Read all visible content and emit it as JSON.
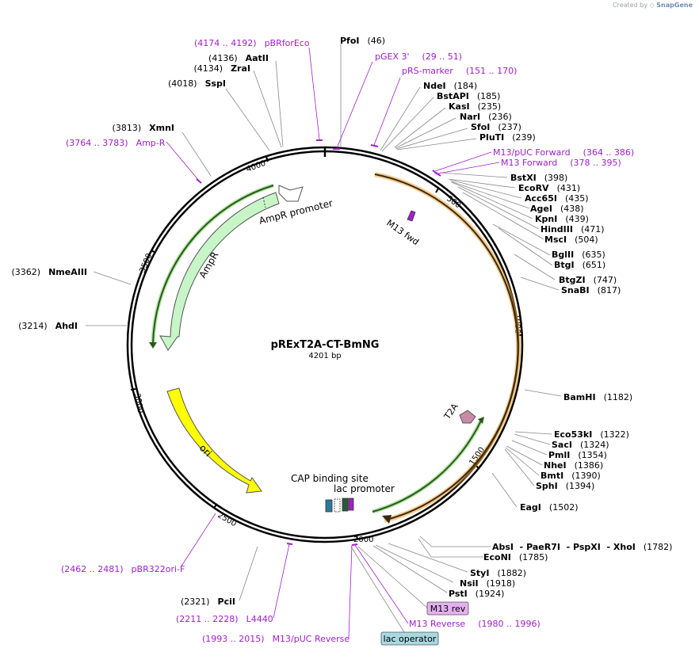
{
  "credit": {
    "prefix": "Created by",
    "brand": "SnapGene"
  },
  "plasmid": {
    "name": "pRExT2A-CT-BmNG",
    "size_label": "4201 bp"
  },
  "ticks": [
    "500",
    "1000",
    "1500",
    "2000",
    "2500",
    "3000",
    "3500",
    "4000"
  ],
  "enzymes": [
    {
      "id": "pfoi",
      "name": "PfoI",
      "pos": "(46)",
      "side": "R"
    },
    {
      "id": "ndei",
      "name": "NdeI",
      "pos": "(184)",
      "side": "R"
    },
    {
      "id": "bstapi",
      "name": "BstAPI",
      "pos": "(185)",
      "side": "R"
    },
    {
      "id": "kasi",
      "name": "KasI",
      "pos": "(235)",
      "side": "R"
    },
    {
      "id": "nari",
      "name": "NarI",
      "pos": "(236)",
      "side": "R"
    },
    {
      "id": "sfoi",
      "name": "SfoI",
      "pos": "(237)",
      "side": "R"
    },
    {
      "id": "pluti",
      "name": "PluTI",
      "pos": "(239)",
      "side": "R"
    },
    {
      "id": "bstxi",
      "name": "BstXI",
      "pos": "(398)",
      "side": "R"
    },
    {
      "id": "ecorv",
      "name": "EcoRV",
      "pos": "(431)",
      "side": "R"
    },
    {
      "id": "acc65i",
      "name": "Acc65I",
      "pos": "(435)",
      "side": "R"
    },
    {
      "id": "agei",
      "name": "AgeI",
      "pos": "(438)",
      "side": "R"
    },
    {
      "id": "kpni",
      "name": "KpnI",
      "pos": "(439)",
      "side": "R"
    },
    {
      "id": "hindiii",
      "name": "HindIII",
      "pos": "(471)",
      "side": "R"
    },
    {
      "id": "msci",
      "name": "MscI",
      "pos": "(504)",
      "side": "R"
    },
    {
      "id": "bglii",
      "name": "BglII",
      "pos": "(635)",
      "side": "R"
    },
    {
      "id": "btgi",
      "name": "BtgI",
      "pos": "(651)",
      "side": "R"
    },
    {
      "id": "btgzi",
      "name": "BtgZI",
      "pos": "(747)",
      "side": "R"
    },
    {
      "id": "snabi",
      "name": "SnaBI",
      "pos": "(817)",
      "side": "R"
    },
    {
      "id": "bamhi",
      "name": "BamHI",
      "pos": "(1182)",
      "side": "R"
    },
    {
      "id": "eco53ki",
      "name": "Eco53kI",
      "pos": "(1322)",
      "side": "R"
    },
    {
      "id": "saci",
      "name": "SacI",
      "pos": "(1324)",
      "side": "R"
    },
    {
      "id": "pmli",
      "name": "PmlI",
      "pos": "(1354)",
      "side": "R"
    },
    {
      "id": "nhei",
      "name": "NheI",
      "pos": "(1386)",
      "side": "R"
    },
    {
      "id": "bmti",
      "name": "BmtI",
      "pos": "(1390)",
      "side": "R"
    },
    {
      "id": "sphi",
      "name": "SphI",
      "pos": "(1394)",
      "side": "R"
    },
    {
      "id": "eagi",
      "name": "EagI",
      "pos": "(1502)",
      "side": "R"
    },
    {
      "id": "absi",
      "name": "AbsI  - PaeR7I  - PspXI  - XhoI",
      "pos": "(1782)",
      "side": "R"
    },
    {
      "id": "econi",
      "name": "EcoNI",
      "pos": "(1785)",
      "side": "R"
    },
    {
      "id": "styi",
      "name": "StyI",
      "pos": "(1882)",
      "side": "R"
    },
    {
      "id": "nsii",
      "name": "NsiI",
      "pos": "(1918)",
      "side": "R"
    },
    {
      "id": "psti",
      "name": "PstI",
      "pos": "(1924)",
      "side": "R"
    },
    {
      "id": "pcii",
      "name": "PciI",
      "pos": "(2321)",
      "side": "L"
    },
    {
      "id": "ahdi",
      "name": "AhdI",
      "pos": "(3214)",
      "side": "L"
    },
    {
      "id": "nmeaiii",
      "name": "NmeAIII",
      "pos": "(3362)",
      "side": "L"
    },
    {
      "id": "xmni",
      "name": "XmnI",
      "pos": "(3813)",
      "side": "L"
    },
    {
      "id": "sspi",
      "name": "SspI",
      "pos": "(4018)",
      "side": "L"
    },
    {
      "id": "zrai",
      "name": "ZraI",
      "pos": "(4134)",
      "side": "L"
    },
    {
      "id": "aatii",
      "name": "AatII",
      "pos": "(4136)",
      "side": "L"
    }
  ],
  "primers": [
    {
      "id": "pbrforeco",
      "name": "pBRforEco",
      "pos": "(4174 .. 4192)",
      "side": "L"
    },
    {
      "id": "pgex3",
      "name": "pGEX 3'",
      "pos": "(29 .. 51)",
      "side": "R"
    },
    {
      "id": "prsmarker",
      "name": "pRS-marker",
      "pos": "(151 .. 170)",
      "side": "R"
    },
    {
      "id": "m13puc-fwd",
      "name": "M13/pUC Forward",
      "pos": "(364 .. 386)",
      "side": "R"
    },
    {
      "id": "m13fwd",
      "name": "M13 Forward",
      "pos": "(378 .. 395)",
      "side": "R"
    },
    {
      "id": "m13rev",
      "name": "M13 Reverse",
      "pos": "(1980 .. 1996)",
      "side": "R"
    },
    {
      "id": "m13puc-rev",
      "name": "M13/pUC Reverse",
      "pos": "(1993 .. 2015)",
      "side": "L"
    },
    {
      "id": "l4440",
      "name": "L4440",
      "pos": "(2211 .. 2228)",
      "side": "L"
    },
    {
      "id": "pbr322ori",
      "name": "pBR322ori-F",
      "pos": "(2462 .. 2481)",
      "side": "L"
    },
    {
      "id": "ampr-primer",
      "name": "Amp-R",
      "pos": "(3764 .. 3783)",
      "side": "L"
    }
  ],
  "features": {
    "ampr_promoter": "AmpR promoter",
    "ampr": "AmpR",
    "ori": "ori",
    "m13_fwd": "M13 fwd",
    "t2a": "T2A",
    "cap": "CAP binding site",
    "lac_promoter": "lac promoter",
    "m13_rev_box": "M13 rev",
    "lac_operator_box": "lac operator"
  },
  "colors": {
    "backbone": "#000000",
    "primer": "#a020c8",
    "ampr": "#c8f5c8",
    "ori": "#ffff00",
    "orange_feature": "#f0a030",
    "green_feature": "#4a9a2a",
    "t2a": "#c88aa8",
    "m13_rev_box": "#e4b0f0",
    "lac_operator_box": "#a8d8e0",
    "cap": "#2a7a9a"
  }
}
